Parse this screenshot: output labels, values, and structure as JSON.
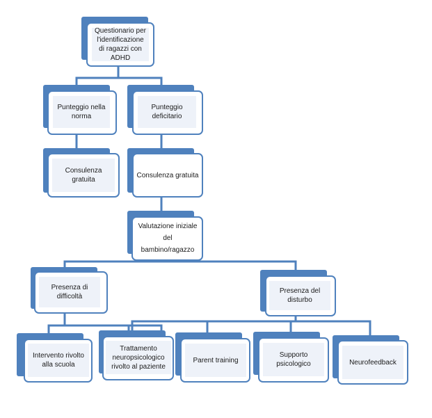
{
  "colors": {
    "accent": "#4f81bd",
    "card_fill": "#ffffff",
    "label_fill": "#eef2f9",
    "text": "#1b1b1b"
  },
  "nodes": {
    "questionario": "Questionario per l'identificazione di ragazzi con ADHD",
    "punteggio_norma": "Punteggio nella norma",
    "punteggio_deficitario": "Punteggio deficitario",
    "consulenza_norma": "Consulenza gratuita",
    "consulenza_deficitario": "Consulenza gratuita",
    "valutazione": "Valutazione iniziale del bambino/ragazzo",
    "presenza_difficolta": "Presenza di difficoltà",
    "presenza_disturbo": "Presenza del disturbo",
    "intervento_scuola": "Intervento rivolto alla scuola",
    "trattamento": "Trattamento neuropsicologico rivolto al paziente",
    "parent_training": "Parent training",
    "supporto": "Supporto psicologico",
    "neurofeedback": "Neurofeedback"
  }
}
